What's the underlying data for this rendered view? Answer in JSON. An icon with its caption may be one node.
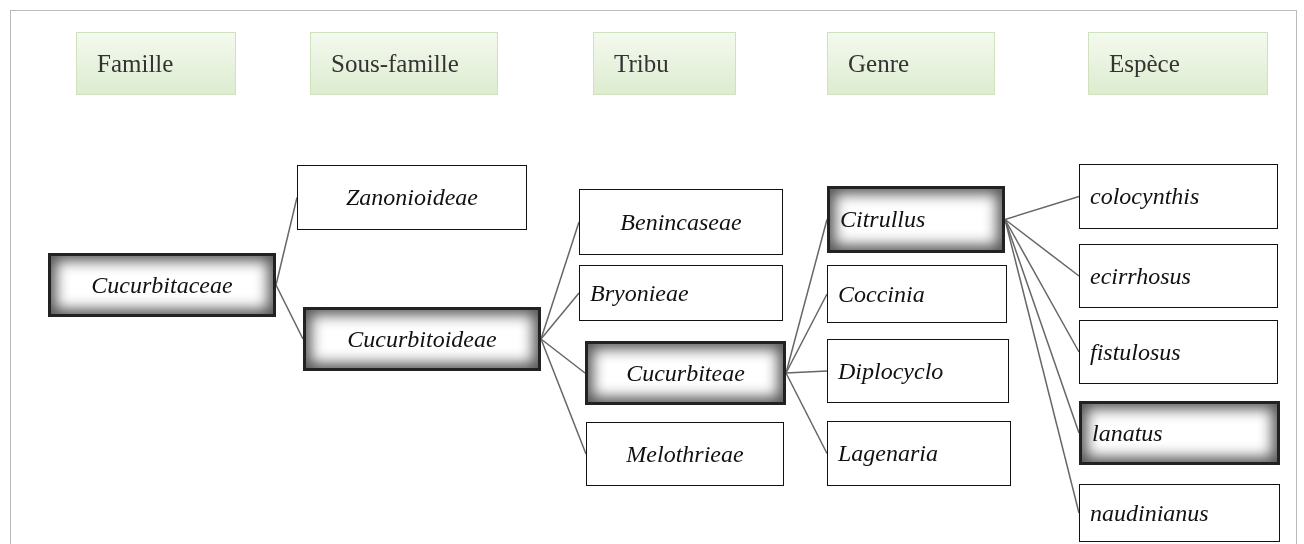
{
  "diagram": {
    "nodes": [
      {
        "text": [
          "Famille"
        ]
      },
      {
        "text": [
          "Sous-famille"
        ]
      },
      {
        "text": [
          "Tribu"
        ]
      },
      {
        "text": [
          "Genre"
        ]
      },
      {
        "text": [
          "Espèce"
        ]
      },
      {
        "text": [
          "Cucurbitaceae"
        ]
      },
      {
        "text": [
          "Zanonioideae"
        ]
      },
      {
        "text": [
          "Cucurbitoideae"
        ]
      },
      {
        "text": [
          "Benincaseae"
        ]
      },
      {
        "text": [
          "Bryonieae"
        ]
      },
      {
        "text": [
          "Cucurbiteae"
        ]
      },
      {
        "text": [
          "Melothrieae"
        ]
      },
      {
        "text": [
          "Citrullus"
        ]
      },
      {
        "text": [
          "Coccinia"
        ]
      },
      {
        "text": [
          "Diplocyclo"
        ]
      },
      {
        "text": [
          "Lagenaria"
        ]
      },
      {
        "text": [
          "colocynthis"
        ]
      },
      {
        "text": [
          "ecirrhosus"
        ]
      },
      {
        "text": [
          "fistulosus"
        ]
      },
      {
        "text": [
          "lanatus"
        ]
      },
      {
        "text": [
          "naudinianus"
        ]
      }
    ],
    "edges": [
      {
        "from": 5,
        "to": 6,
        "arrow": "none"
      },
      {
        "from": 5,
        "to": 7,
        "arrow": "none"
      },
      {
        "from": 7,
        "to": 8,
        "arrow": "none"
      },
      {
        "from": 7,
        "to": 9,
        "arrow": "none"
      },
      {
        "from": 7,
        "to": 10,
        "arrow": "none"
      },
      {
        "from": 7,
        "to": 11,
        "arrow": "none"
      },
      {
        "from": 10,
        "to": 12,
        "arrow": "none"
      },
      {
        "from": 10,
        "to": 13,
        "arrow": "none"
      },
      {
        "from": 10,
        "to": 14,
        "arrow": "none"
      },
      {
        "from": 10,
        "to": 15,
        "arrow": "none"
      },
      {
        "from": 12,
        "to": 16,
        "arrow": "none"
      },
      {
        "from": 12,
        "to": 17,
        "arrow": "none"
      },
      {
        "from": 12,
        "to": 18,
        "arrow": "none"
      },
      {
        "from": 12,
        "to": 19,
        "arrow": "none"
      },
      {
        "from": 12,
        "to": 20,
        "arrow": "none"
      }
    ]
  }
}
